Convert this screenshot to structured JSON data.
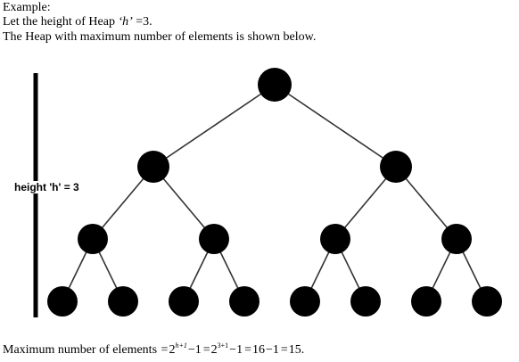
{
  "text": {
    "line1": "Example:",
    "line2_pre": "Let the height of Heap ",
    "line2_var": "‘h’",
    "line2_post": " =3.",
    "line3": "The Heap with maximum number of elements is shown below."
  },
  "diagram": {
    "height_label": "height 'h' = 3",
    "height": 3,
    "node_color": "#000000",
    "edge_color": "#333333"
  },
  "formula": {
    "label": "Maximum number of elements ",
    "eq1": "=",
    "base1": "2",
    "exp1": "h+1",
    "minus1": "−1",
    "eq2": "=",
    "base2": "2",
    "exp2": "3+1",
    "minus2": "−1",
    "eq3": "=",
    "val1": "16",
    "minus3": "−1",
    "eq4": "=",
    "result": "15."
  }
}
